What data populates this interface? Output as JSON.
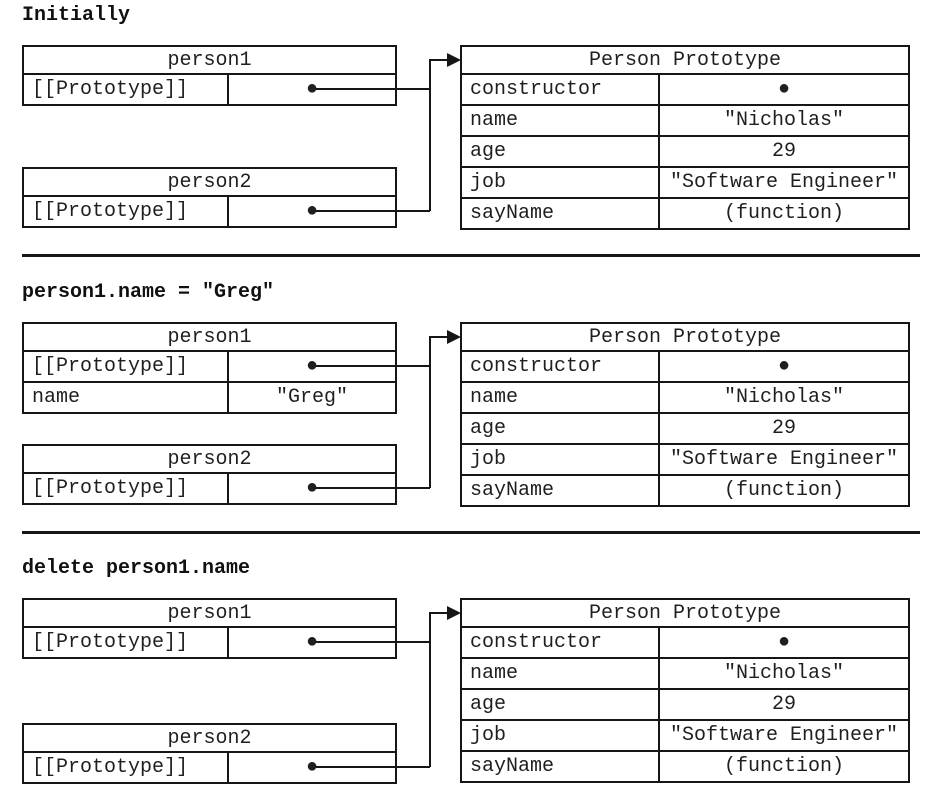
{
  "page": {
    "background_color": "#ffffff",
    "line_color": "#161616",
    "description": "Prototype chain diagram for person1 and person2 objects sharing Person Prototype"
  },
  "panels": [
    {
      "label": "Initially",
      "person1": {
        "header": "person1",
        "rows": [
          {
            "key": "[[Prototype]]",
            "value": "●"
          }
        ]
      },
      "person2": {
        "header": "person2",
        "rows": [
          {
            "key": "[[Prototype]]",
            "value": "●"
          }
        ]
      },
      "prototype": {
        "header": "Person Prototype",
        "rows": [
          {
            "key": "constructor",
            "value": "●"
          },
          {
            "key": "name",
            "value": "\"Nicholas\""
          },
          {
            "key": "age",
            "value": "29"
          },
          {
            "key": "job",
            "value": "\"Software Engineer\""
          },
          {
            "key": "sayName",
            "value": "(function)"
          }
        ]
      }
    },
    {
      "label": "person1.name = \"Greg\"",
      "person1": {
        "header": "person1",
        "rows": [
          {
            "key": "[[Prototype]]",
            "value": "●"
          },
          {
            "key": "name",
            "value": "\"Greg\""
          }
        ]
      },
      "person2": {
        "header": "person2",
        "rows": [
          {
            "key": "[[Prototype]]",
            "value": "●"
          }
        ]
      },
      "prototype": {
        "header": "Person Prototype",
        "rows": [
          {
            "key": "constructor",
            "value": "●"
          },
          {
            "key": "name",
            "value": "\"Nicholas\""
          },
          {
            "key": "age",
            "value": "29"
          },
          {
            "key": "job",
            "value": "\"Software Engineer\""
          },
          {
            "key": "sayName",
            "value": "(function)"
          }
        ]
      }
    },
    {
      "label": "delete person1.name",
      "person1": {
        "header": "person1",
        "rows": [
          {
            "key": "[[Prototype]]",
            "value": "●"
          }
        ]
      },
      "person2": {
        "header": "person2",
        "rows": [
          {
            "key": "[[Prototype]]",
            "value": "●"
          }
        ]
      },
      "prototype": {
        "header": "Person Prototype",
        "rows": [
          {
            "key": "constructor",
            "value": "●"
          },
          {
            "key": "name",
            "value": "\"Nicholas\""
          },
          {
            "key": "age",
            "value": "29"
          },
          {
            "key": "job",
            "value": "\"Software Engineer\""
          },
          {
            "key": "sayName",
            "value": "(function)"
          }
        ]
      }
    }
  ]
}
